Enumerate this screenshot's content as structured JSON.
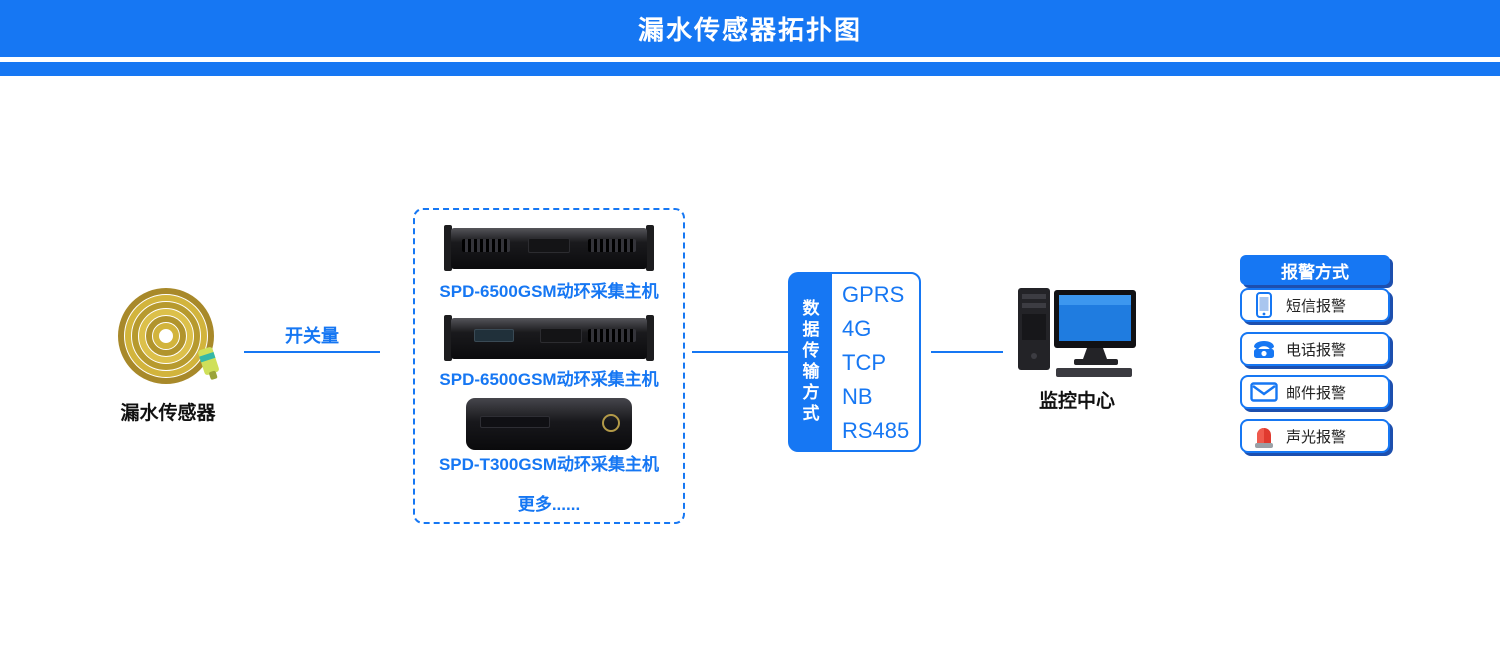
{
  "header": {
    "title": "漏水传感器拓扑图"
  },
  "sensor": {
    "label": "漏水传感器"
  },
  "link": {
    "label": "开关量"
  },
  "hosts": {
    "items": [
      {
        "label": "SPD-6500GSM动环采集主机"
      },
      {
        "label": "SPD-6500GSM动环采集主机"
      },
      {
        "label": "SPD-T300GSM动环采集主机"
      }
    ],
    "more": "更多......"
  },
  "transmission": {
    "side_label": "数据传输方式",
    "protocols": [
      "GPRS",
      "4G",
      "TCP",
      "NB",
      "RS485"
    ]
  },
  "monitor": {
    "label": "监控中心"
  },
  "alarm": {
    "title": "报警方式",
    "items": [
      {
        "label": "短信报警",
        "icon": "sms-phone-icon"
      },
      {
        "label": "电话报警",
        "icon": "telephone-icon"
      },
      {
        "label": "邮件报警",
        "icon": "mail-icon"
      },
      {
        "label": "声光报警",
        "icon": "siren-icon"
      }
    ]
  },
  "colors": {
    "primary": "#1677f3",
    "shadow": "#1d4fae",
    "alert_red": "#e03a2f"
  }
}
